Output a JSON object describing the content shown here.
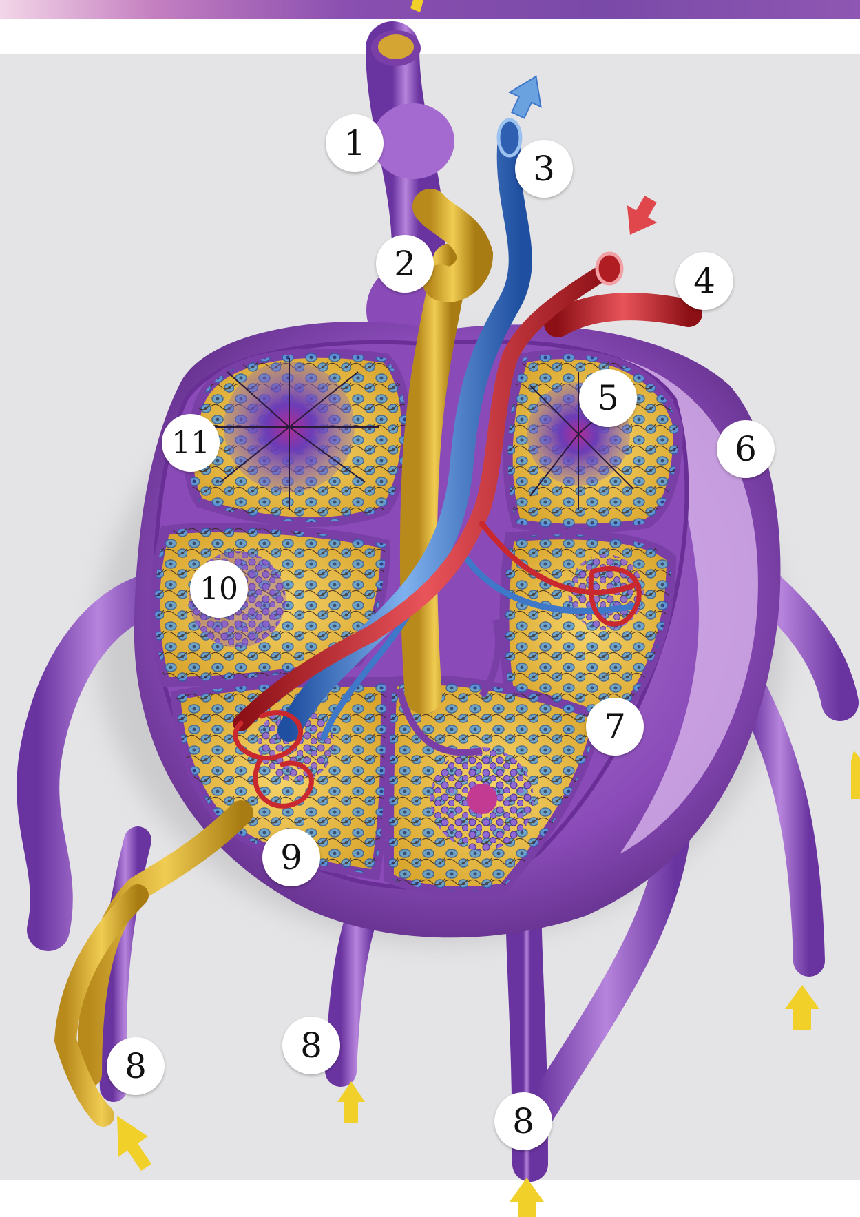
{
  "labels": {
    "n1": "1",
    "n2": "2",
    "n3": "3",
    "n4": "4",
    "n5": "5",
    "n6": "6",
    "n7": "7",
    "n8a": "8",
    "n8b": "8",
    "n8c": "8",
    "n9": "9",
    "n10": "10",
    "n11": "11"
  },
  "colors": {
    "capsule": "#7a3fa6",
    "lymph_vessel": "#8a4bb8",
    "cortex": "#e9b93a",
    "venule": "#3f77c9",
    "artery": "#c8282e",
    "background": "#e4e4e6",
    "flow_arrow": "#f2d02a"
  }
}
